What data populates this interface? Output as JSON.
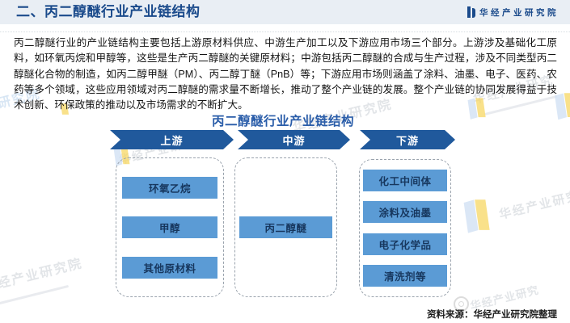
{
  "header": {
    "title": "二、丙二醇醚行业产业链结构",
    "brand": "华经产业研究院"
  },
  "intro": "丙二醇醚行业的产业链结构主要包括上游原材料供应、中游生产加工以及下游应用市场三个部分。上游涉及基础化工原料，如环氧丙烷和甲醇等，这些是生产丙二醇醚的关键原材料；中游包括丙二醇醚的合成与生产过程，涉及不同类型丙二醇醚化合物的制造，如丙二醇甲醚（PM）、丙二醇丁醚（PnB）等；下游应用市场则涵盖了涂料、油墨、电子、医药、农药等多个领域，这些应用领域对丙二醇醚的需求量不断增长，推动了整个产业链的发展。整个产业链的协同发展得益于技术创新、环保政策的推动以及市场需求的不断扩大。",
  "diagram": {
    "title": "丙二醇醚行业产业链结构",
    "columns": [
      {
        "stage": "上游",
        "items": [
          "环氧乙烷",
          "甲醇",
          "其他原材料"
        ]
      },
      {
        "stage": "中游",
        "items": [
          "丙二醇醚"
        ]
      },
      {
        "stage": "下游",
        "items": [
          "化工中间体",
          "涂料及油墨",
          "电子化学品",
          "清洗剂等"
        ]
      }
    ]
  },
  "footer": {
    "source": "资料来源：华经产业研究院整理"
  },
  "watermark": {
    "full": "华经产业研究院",
    "short": "华经产业研究"
  },
  "colors": {
    "header_bg": "#e9eef4",
    "title_blue": "#1a4a8b",
    "diagram_title_blue": "#2a5da9",
    "arrow_blue": "#20599c",
    "box_fill": "#5b9bd5",
    "box_text": "#17375e",
    "dashed_border": "#9aa3ad",
    "watermark_gray": "#ccd0d6",
    "logo_light_blue": "#cfe0f4",
    "logo_yellow": "#f7d763"
  }
}
